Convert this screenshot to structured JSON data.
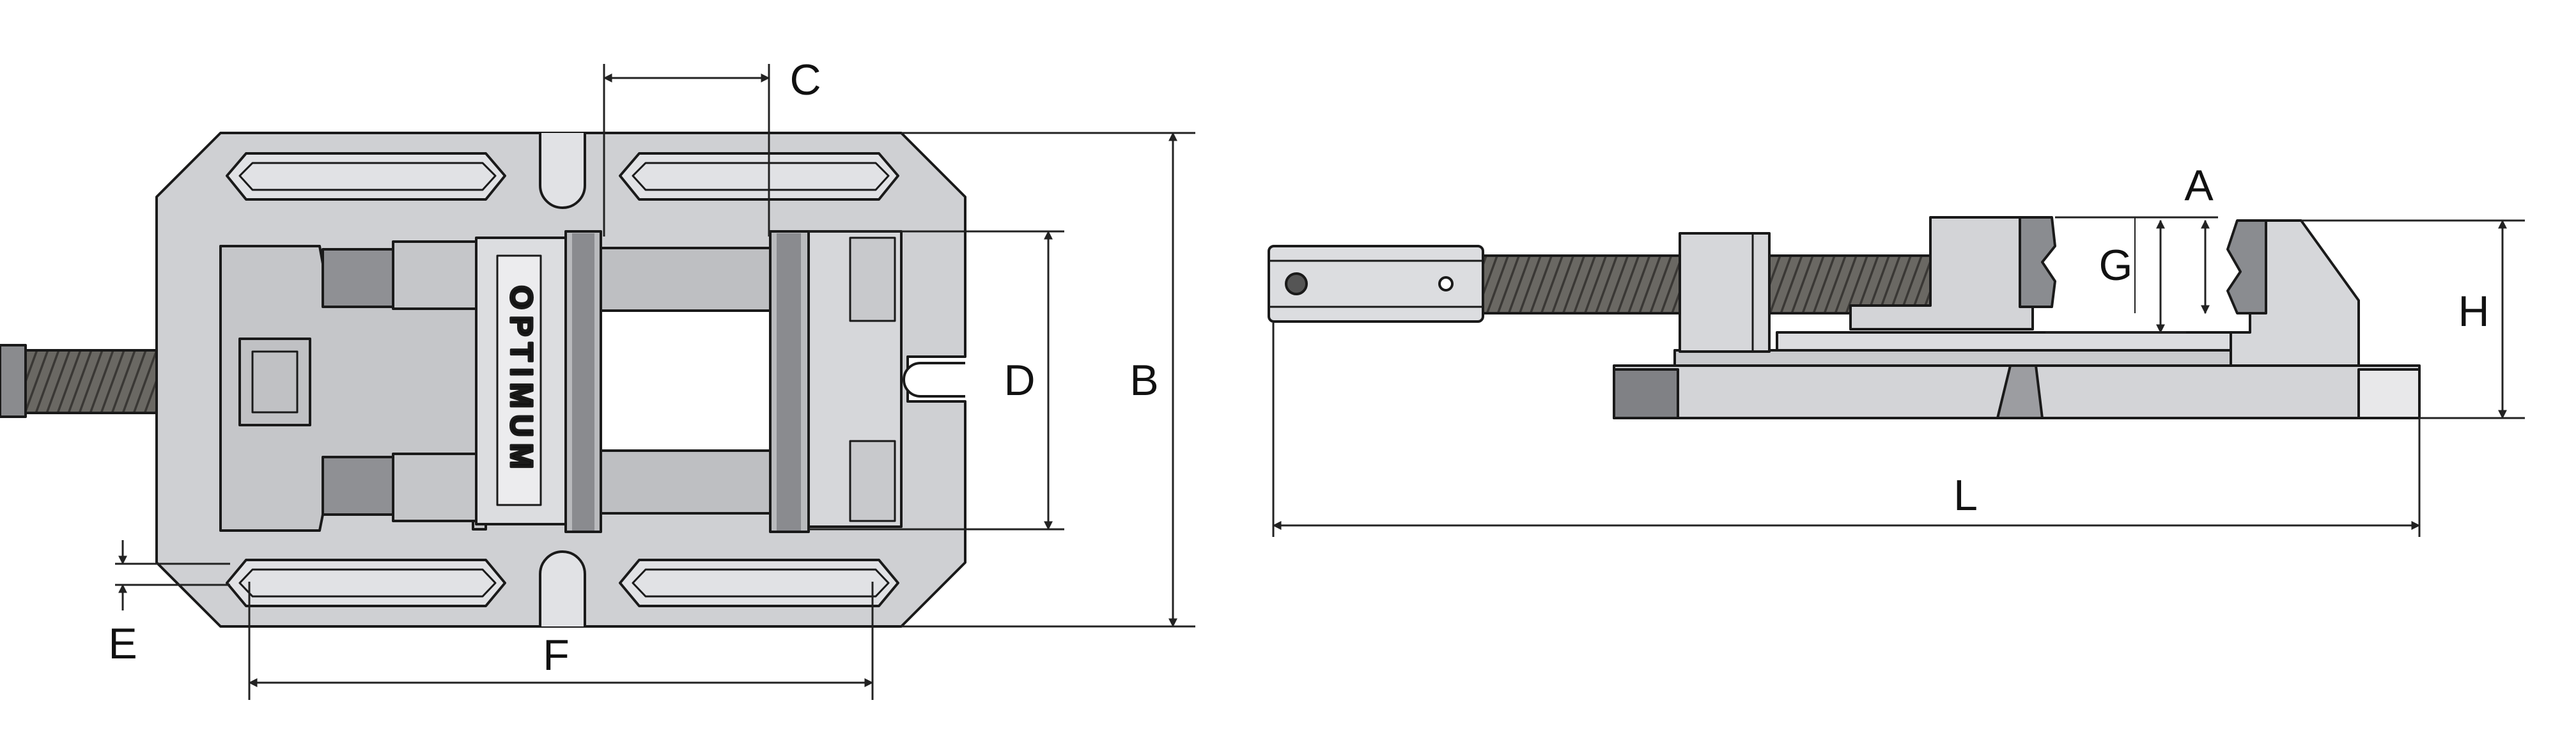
{
  "brand_logo": "OPTIMUM",
  "dimension_labels": {
    "A": "A",
    "B": "B",
    "C": "C",
    "D": "D",
    "E": "E",
    "F": "F",
    "G": "G",
    "H": "H",
    "L": "L"
  },
  "colors": {
    "body_fill": "#cfd0d3",
    "body_light": "#e1e2e5",
    "body_dark": "#a7a9ad",
    "jaw_dark": "#6e7074",
    "screw": "#5c5a56",
    "outline": "#1a1a1a",
    "dimension_line": "#222222"
  }
}
